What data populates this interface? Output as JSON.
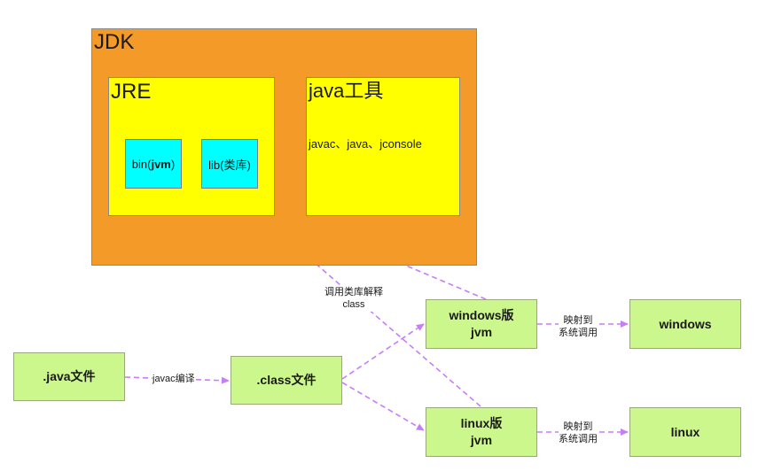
{
  "jdk": {
    "label": "JDK"
  },
  "jre": {
    "label": "JRE",
    "bin": {
      "prefix": "bin(",
      "bold": "jvm",
      "suffix": ")"
    },
    "lib": {
      "label": "lib(类库)"
    }
  },
  "java_tools": {
    "title": "java工具",
    "description": "javac、java、jconsole"
  },
  "nodes": {
    "java_file": ".java文件",
    "class_file": ".class文件",
    "windows_jvm": [
      "windows版",
      "jvm"
    ],
    "linux_jvm": [
      "linux版",
      "jvm"
    ],
    "windows_os": "windows",
    "linux_os": "linux"
  },
  "edge_labels": {
    "javac_compile": "javac编译",
    "call_library": [
      "调用类库解释",
      "class"
    ],
    "map_windows": [
      "映射到",
      "系统调用"
    ],
    "map_linux": [
      "映射到",
      "系统调用"
    ]
  },
  "colors": {
    "jdk": "#f49a28",
    "jre": "#ffff00",
    "bin_lib": "#00ffff",
    "nodes": "#ccf78c",
    "arrows": "#c77df7"
  }
}
